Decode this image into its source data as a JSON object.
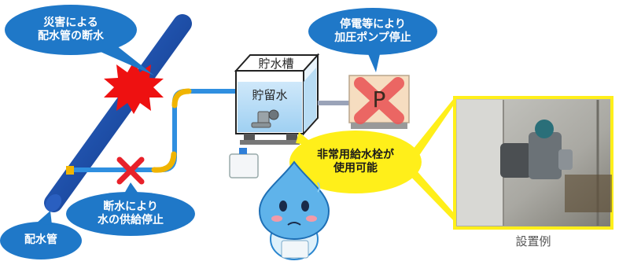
{
  "callouts": {
    "disaster": "災害による\n配水管の断水",
    "power_outage": "停電等により\n加圧ポンプ停止",
    "supply_stop": "断水により\n水の供給停止",
    "main_pipe": "配水管",
    "hydrant": "非常用給水栓が\n使用可能"
  },
  "tank": {
    "title": "貯水槽",
    "stored_water": "貯留水"
  },
  "pump": {
    "letter": "P"
  },
  "photo": {
    "caption": "設置例"
  },
  "colors": {
    "bubble_blue": "#1f78c8",
    "pipe_blue": "#2f8fe0",
    "pipe_dark": "#123c8a",
    "burst_red": "#ee1111",
    "yellow": "#ffef1a",
    "cross_red": "#e8212a"
  }
}
